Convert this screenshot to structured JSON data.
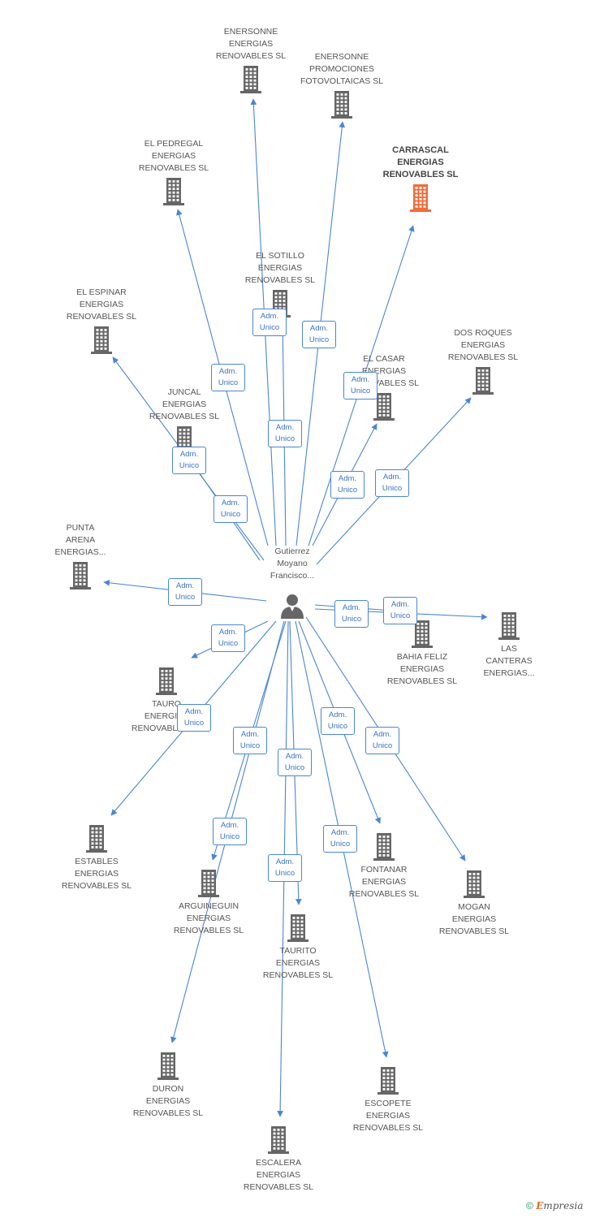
{
  "person": {
    "lines": [
      "Gutierrez",
      "Moyano",
      "Francisco..."
    ]
  },
  "relation_label": [
    "Adm.",
    "Unico"
  ],
  "companies": [
    {
      "id": "enersonne",
      "lines": [
        "ENERSONNE",
        "ENERGIAS",
        "RENOVABLES SL"
      ],
      "color": "#666666"
    },
    {
      "id": "enersonne-promo",
      "lines": [
        "ENERSONNE",
        "PROMOCIONES",
        "FOTOVOLTAICAS SL"
      ],
      "color": "#666666"
    },
    {
      "id": "el-pedregal",
      "lines": [
        "EL PEDREGAL",
        "ENERGIAS",
        "RENOVABLES SL"
      ],
      "color": "#666666"
    },
    {
      "id": "carrascal",
      "lines": [
        "CARRASCAL",
        "ENERGIAS",
        "RENOVABLES SL"
      ],
      "color": "#f26b38",
      "main": true
    },
    {
      "id": "el-sotillo",
      "lines": [
        "EL SOTILLO",
        "ENERGIAS",
        "RENOVABLES SL"
      ],
      "color": "#666666"
    },
    {
      "id": "el-espinar",
      "lines": [
        "EL ESPINAR",
        "ENERGIAS",
        "RENOVABLES SL"
      ],
      "color": "#666666"
    },
    {
      "id": "dos-roques",
      "lines": [
        "DOS ROQUES",
        "ENERGIAS",
        "RENOVABLES SL"
      ],
      "color": "#666666"
    },
    {
      "id": "el-casar",
      "lines": [
        "EL CASAR",
        "ENERGIAS",
        "RENOVABLES SL"
      ],
      "color": "#666666"
    },
    {
      "id": "juncal",
      "lines": [
        "JUNCAL",
        "ENERGIAS",
        "RENOVABLES SL"
      ],
      "color": "#666666"
    },
    {
      "id": "punta-arena",
      "lines": [
        "PUNTA",
        "ARENA",
        "ENERGIAS..."
      ],
      "color": "#666666"
    },
    {
      "id": "bahia-feliz",
      "lines": [
        "BAHIA FELIZ",
        "ENERGIAS",
        "RENOVABLES SL"
      ],
      "color": "#666666"
    },
    {
      "id": "las-canteras",
      "lines": [
        "LAS",
        "CANTERAS",
        "ENERGIAS..."
      ],
      "color": "#666666"
    },
    {
      "id": "tauro",
      "lines": [
        "TAURO",
        "ENERGIAS",
        "RENOVABLES SL"
      ],
      "color": "#666666"
    },
    {
      "id": "estables",
      "lines": [
        "ESTABLES",
        "ENERGIAS",
        "RENOVABLES SL"
      ],
      "color": "#666666"
    },
    {
      "id": "arguineguin",
      "lines": [
        "ARGUINEGUIN",
        "ENERGIAS",
        "RENOVABLES SL"
      ],
      "color": "#666666"
    },
    {
      "id": "taurito",
      "lines": [
        "TAURITO",
        "ENERGIAS",
        "RENOVABLES SL"
      ],
      "color": "#666666"
    },
    {
      "id": "fontanar",
      "lines": [
        "FONTANAR",
        "ENERGIAS",
        "RENOVABLES SL"
      ],
      "color": "#666666"
    },
    {
      "id": "mogan",
      "lines": [
        "MOGAN",
        "ENERGIAS",
        "RENOVABLES SL"
      ],
      "color": "#666666"
    },
    {
      "id": "duron",
      "lines": [
        "DURON",
        "ENERGIAS",
        "RENOVABLES SL"
      ],
      "color": "#666666"
    },
    {
      "id": "escopete",
      "lines": [
        "ESCOPETE",
        "ENERGIAS",
        "RENOVABLES SL"
      ],
      "color": "#666666"
    },
    {
      "id": "escalera",
      "lines": [
        "ESCALERA",
        "ENERGIAS",
        "RENOVABLES SL"
      ],
      "color": "#666666"
    }
  ],
  "footer": {
    "copyright": "©",
    "brand_first": "E",
    "brand_rest": "mpresia"
  },
  "colors": {
    "edge": "#4a86d4",
    "icon": "#666666",
    "highlight": "#f26b38"
  }
}
